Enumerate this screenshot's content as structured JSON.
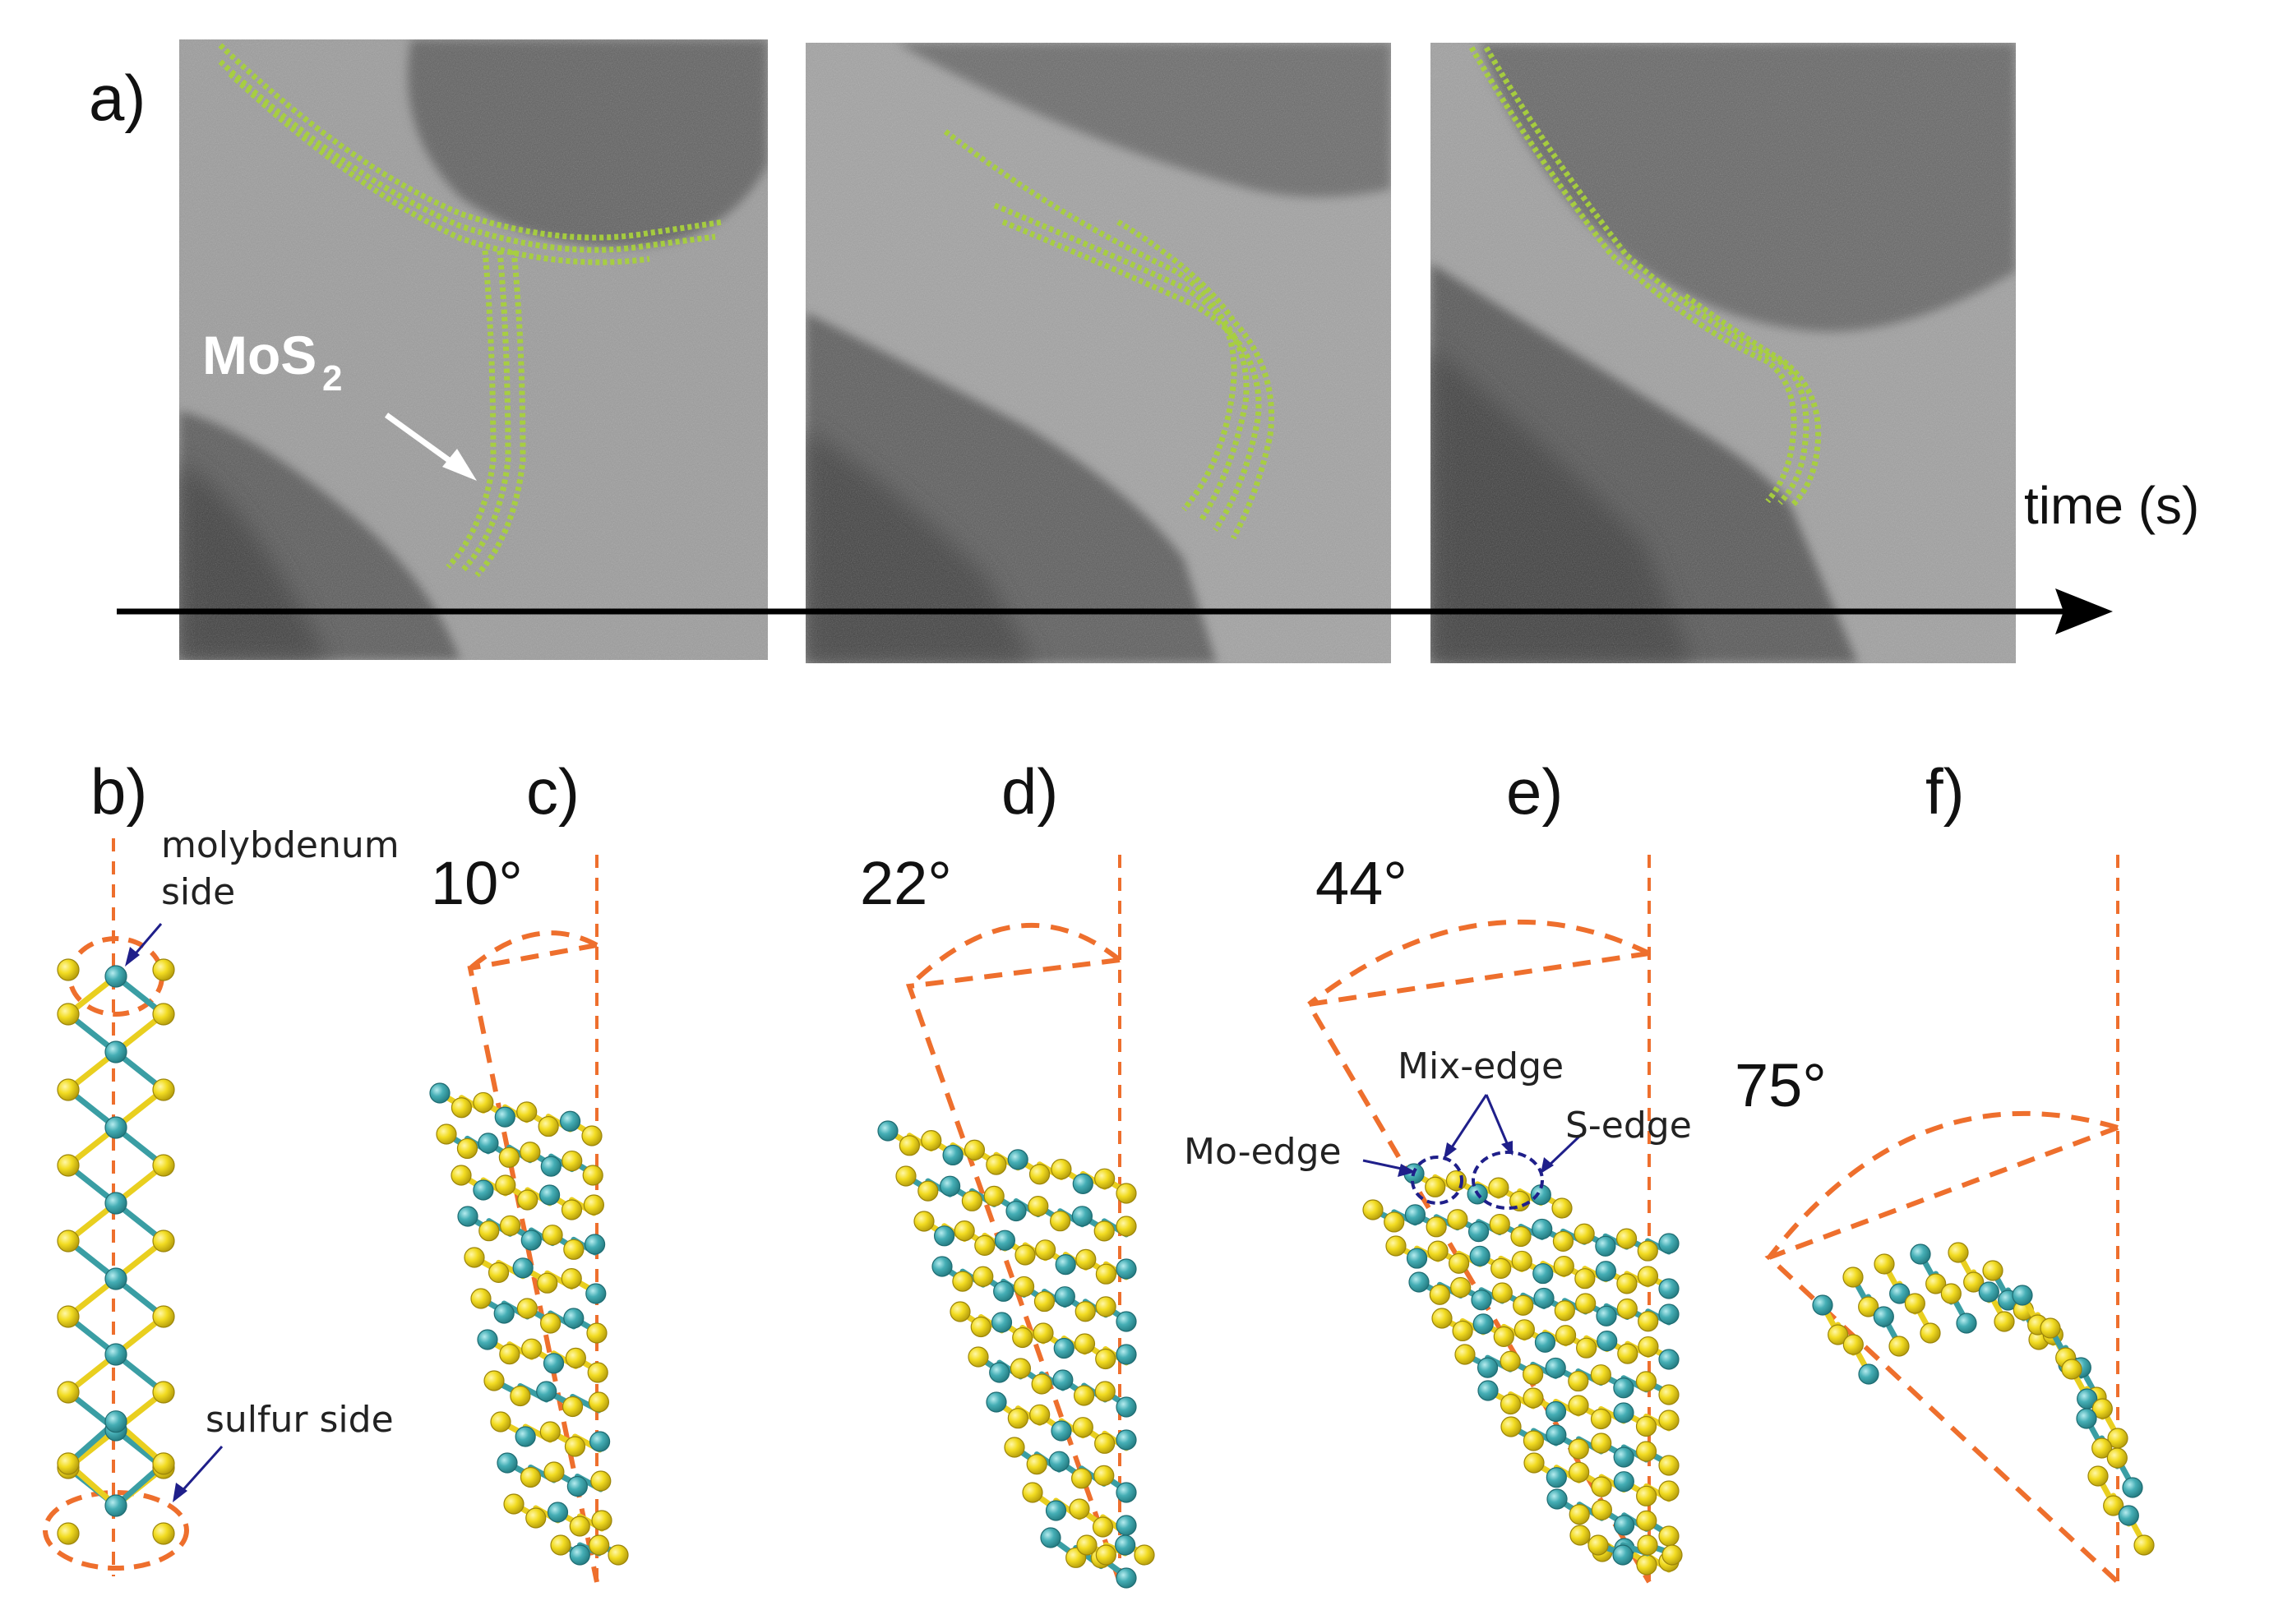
{
  "panels": {
    "a": "a)",
    "b": "b)",
    "c": "c)",
    "d": "d)",
    "e": "e)",
    "f": "f)"
  },
  "tem": {
    "mos2_label": "MoS",
    "mos2_subscript": "2",
    "time_axis_label": "time (s)",
    "frames": [
      "frame-1",
      "frame-2",
      "frame-3"
    ]
  },
  "structures": {
    "b": {
      "top_label_line1": "molybdenum",
      "top_label_line2": "side",
      "bottom_label": "sulfur side"
    },
    "c": {
      "angle": "10°"
    },
    "d": {
      "angle": "22°"
    },
    "e": {
      "angle": "44°",
      "mo_edge": "Mo-edge",
      "mix_edge": "Mix-edge",
      "s_edge": "S-edge"
    },
    "f": {
      "angle": "75°"
    }
  },
  "colors": {
    "sulfur": "#ecd61c",
    "molybdenum": "#3ea6ad",
    "bond_mo": "#3a9ea4",
    "bond_s": "#e9cf1f",
    "guide": "#ee6f2d",
    "pointer": "#1f1f8a",
    "tem_overlay": "#a8d13c"
  }
}
